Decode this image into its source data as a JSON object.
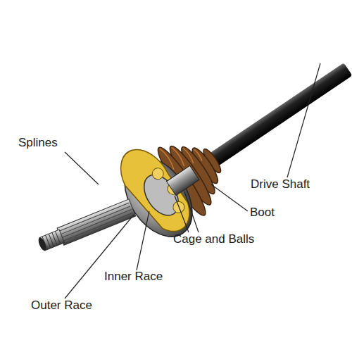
{
  "diagram": {
    "labels": [
      "Splines",
      "Drive Shaft",
      "Boot",
      "Cage and Balls",
      "Inner Race",
      "Outer Race"
    ]
  }
}
